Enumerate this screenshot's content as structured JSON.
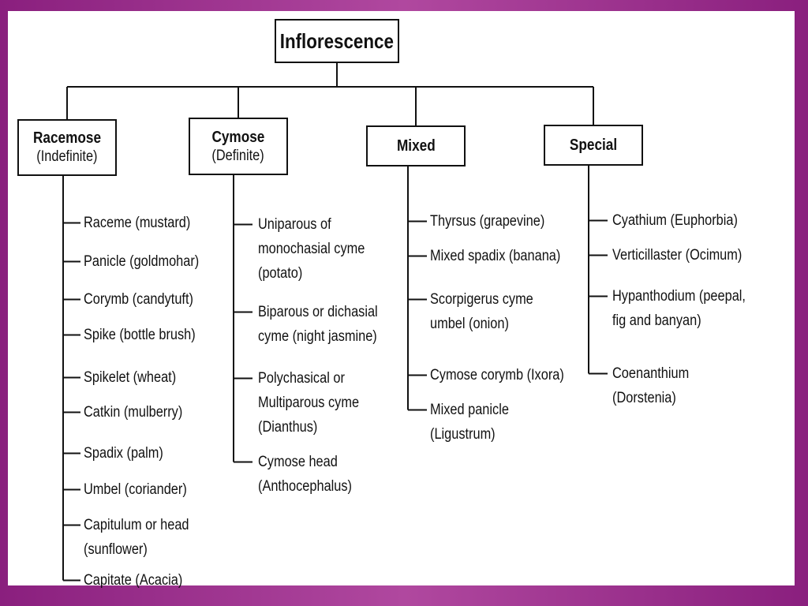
{
  "diagram": {
    "root": "Inflorescence",
    "categories": [
      {
        "name": "Racemose",
        "sub": "(Indefinite)",
        "items": [
          [
            "Raceme (mustard)"
          ],
          [
            "Panicle (goldmohar)"
          ],
          [
            "Corymb (candytuft)"
          ],
          [
            "Spike (bottle brush)"
          ],
          [
            "Spikelet (wheat)"
          ],
          [
            "Catkin (mulberry)"
          ],
          [
            "Spadix (palm)"
          ],
          [
            "Umbel (coriander)"
          ],
          [
            "Capitulum or head",
            "(sunflower)"
          ],
          [
            "Capitate (Acacia)"
          ]
        ]
      },
      {
        "name": "Cymose",
        "sub": "(Definite)",
        "items": [
          [
            "Uniparous of",
            "monochasial cyme",
            "(potato)"
          ],
          [
            "Biparous or dichasial",
            "cyme (night jasmine)"
          ],
          [
            "Polychasical or",
            "Multiparous cyme",
            "(Dianthus)"
          ],
          [
            "Cymose head",
            "(Anthocephalus)"
          ]
        ]
      },
      {
        "name": "Mixed",
        "sub": "",
        "items": [
          [
            "Thyrsus (grapevine)"
          ],
          [
            "Mixed spadix (banana)"
          ],
          [
            "Scorpigerus cyme",
            "umbel (onion)"
          ],
          [
            "Cymose corymb (Ixora)"
          ],
          [
            "Mixed panicle",
            "(Ligustrum)"
          ]
        ]
      },
      {
        "name": "Special",
        "sub": "",
        "items": [
          [
            "Cyathium (Euphorbia)"
          ],
          [
            "Verticillaster (Ocimum)"
          ],
          [
            "Hypanthodium (peepal,",
            "fig and banyan)"
          ],
          [
            "Coenanthium",
            "(Dorstenia)"
          ]
        ]
      }
    ]
  }
}
